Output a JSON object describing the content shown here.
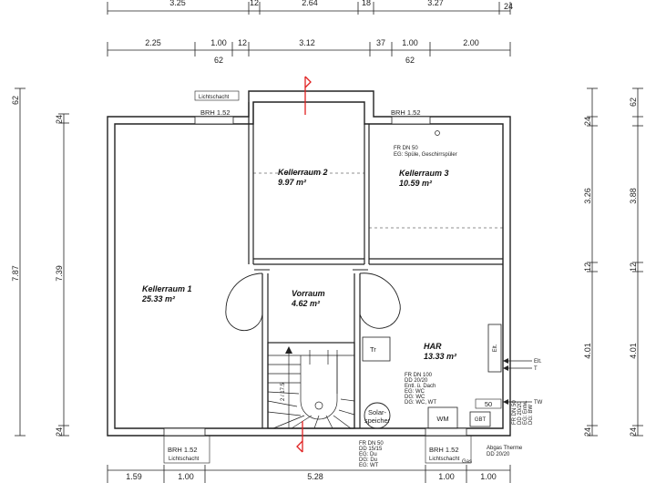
{
  "top_dims_row1": [
    "3.25",
    "12",
    "2.64",
    "18",
    "3.27",
    "24"
  ],
  "top_dims_row2": [
    "2.25",
    "1.00",
    "12",
    "3.12",
    "37",
    "1.00",
    "2.00"
  ],
  "top_dims_row2_sub": [
    "62",
    "62"
  ],
  "left_dims": [
    "62",
    "24",
    "7.87",
    "7.39",
    "24"
  ],
  "right_dims": [
    "24",
    "62",
    "3.26",
    "3.88",
    "12",
    "12",
    "4.01",
    "4.01",
    "24",
    "24"
  ],
  "bottom_dims": [
    "1.59",
    "1.00",
    "5.28",
    "1.00",
    "1.00"
  ],
  "openings": {
    "top_left_lichtschacht": "Lichtschacht",
    "brh_top_left": "BRH 1.52",
    "brh_top_right": "BRH 1.52",
    "brh_bottom_left": "BRH 1.52",
    "lichtschacht_bottom_left": "Lichtschacht",
    "brh_bottom_right": "BRH 1.52",
    "lichtschacht_bottom_right": "Lichtschacht"
  },
  "rooms": [
    {
      "name": "Kellerraum 1",
      "area": "25.33 m²"
    },
    {
      "name": "Kellerraum 2",
      "area": "9.97 m²"
    },
    {
      "name": "Kellerraum 3",
      "area": "10.59 m²"
    },
    {
      "name": "Vorraum",
      "area": "4.62 m²"
    },
    {
      "name": "HAR",
      "area": "13.33 m²"
    }
  ],
  "fixtures": {
    "fr_note_1": "FR DN 50",
    "fr_note_2": "EG: Spüle, Geschirrspüler",
    "tr": "Tr",
    "wm": "WM",
    "gbt": "GBT",
    "solar_1": "Solar-",
    "solar_2": "speicher",
    "fifty": "50",
    "stair_label": "2 / 17.5",
    "elt_box": "Elt.",
    "elt": "Elt.",
    "t": "T",
    "tw": "TW",
    "gas": "Gas",
    "abgas": "Abgas Therme",
    "abgas_dim": "DD 20/20",
    "har_notes": [
      "FR DN 100",
      "DD 20/20",
      "Entl. ü. Dach",
      "EG: WC",
      "DG: WC",
      "DG: WC, WT"
    ],
    "bottom_notes": [
      "FR DN 50",
      "DD 15/15",
      "EG: Du",
      "DG: Du",
      "EG: WT"
    ],
    "right_notes": [
      "FR DN 50",
      "DD 20/20",
      "EG: Entw.",
      "DG: BW"
    ]
  }
}
